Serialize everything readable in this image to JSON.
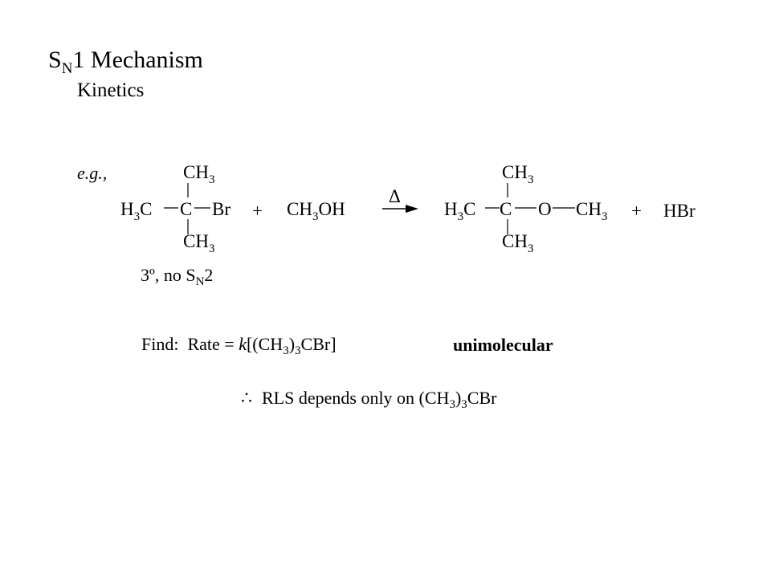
{
  "title": {
    "s": "S",
    "n": "N",
    "rest": "1 Mechanism"
  },
  "subtitle": "Kinetics",
  "example_label": "e.g.,",
  "reactant": {
    "top": "CH3",
    "left": "H3C",
    "center": "C",
    "right": "Br",
    "bottom": "CH3"
  },
  "plus": "+",
  "reagent": "CH3OH",
  "heat_symbol": "Δ",
  "product": {
    "top": "CH3",
    "left": "H3C",
    "center": "C",
    "o": "O",
    "right": "CH3",
    "bottom": "CH3"
  },
  "byproduct": "HBr",
  "note": {
    "pre": "3º, no S",
    "sub": "N",
    "post": "2"
  },
  "find": {
    "label": "Find:",
    "rate": "Rate = ",
    "k": "k",
    "open": "[(CH",
    "s1": "3",
    "mid": ")",
    "s2": "3",
    "close": "CBr]"
  },
  "classification": "unimolecular",
  "conclusion": {
    "symbol": "∴",
    "text": "RLS depends only on (CH",
    "s1": "3",
    "mid": ")",
    "s2": "3",
    "end": "CBr"
  }
}
